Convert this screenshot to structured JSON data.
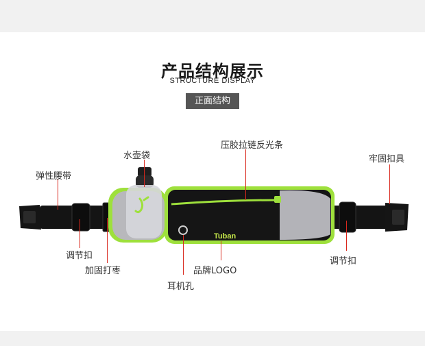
{
  "header": {
    "title": "产品结构展示",
    "subtitle": "STRUCTURE DISPLAY",
    "section_badge": "正面结构"
  },
  "callouts": {
    "elastic_belt": "弹性腰带",
    "bottle_bag": "水壶袋",
    "reflective_zipper": "压胶拉链反光条",
    "buckle": "牢固扣具",
    "adjuster_left": "调节扣",
    "bartack": "加固打枣",
    "earphone_hole": "耳机孔",
    "brand_logo": "品牌LOGO",
    "adjuster_right": "调节扣"
  },
  "product": {
    "brand_text": "Tuban"
  },
  "colors": {
    "pointer_red": "#d9281d",
    "neon_trim": "#9ee03c",
    "belt_black": "#111111",
    "mesh_gray": "#b8b8bc"
  }
}
